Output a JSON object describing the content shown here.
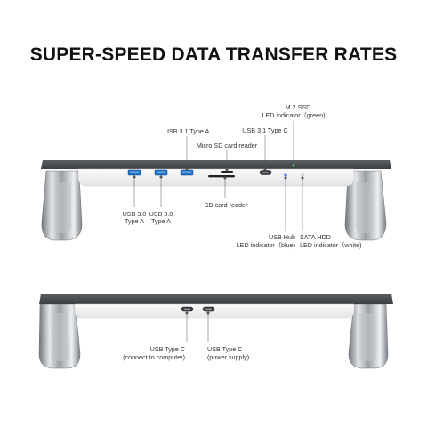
{
  "title": "SUPER-SPEED DATA TRANSFER RATES",
  "front_view": {
    "labels": {
      "m2_ssd": "M.2 SSD",
      "m2_ssd_led": "LED indicator（green)",
      "usb31_type_a": "USB 3.1 Type A",
      "usb31_type_c": "USB 3.1 Type C",
      "micro_sd": "Micro SD card reader",
      "sd": "SD card reader",
      "usb30_type_a_1_line1": "USB 3.0",
      "usb30_type_a_1_line2": "Type A",
      "usb30_type_a_2_line1": "USB 3.0",
      "usb30_type_a_2_line2": "Type A",
      "usb_hub": "USB Hub",
      "usb_hub_led": "LED indicator（blue)",
      "sata_hdd": "SATA HDD",
      "sata_hdd_led": "LED indicator（white)"
    },
    "colors": {
      "usb3_port": "#1e73c8",
      "led_green": "#37c24a",
      "led_blue": "#3a7be0",
      "led_white": "#dcdcdc"
    }
  },
  "back_view": {
    "labels": {
      "usb_c_computer_line1": "USB Type C",
      "usb_c_computer_line2": "(connect to computer)",
      "usb_c_power_line1": "USB Type C",
      "usb_c_power_line2": "(power supply)"
    }
  }
}
